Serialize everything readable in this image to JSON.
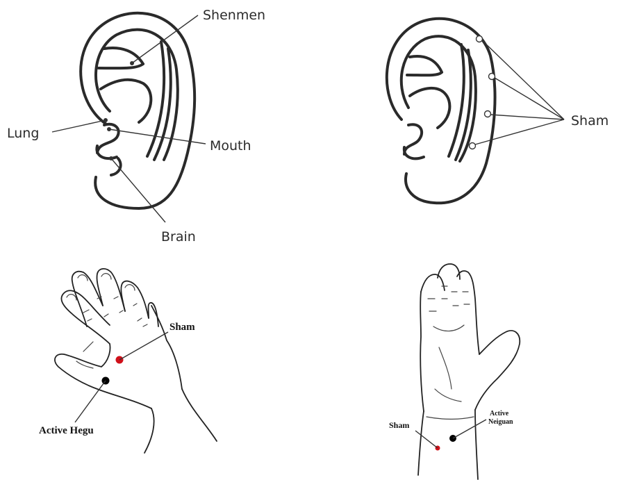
{
  "ear_active": {
    "points": [
      {
        "label": "Shenmen"
      },
      {
        "label": "Lung"
      },
      {
        "label": "Mouth"
      },
      {
        "label": "Brain"
      }
    ]
  },
  "ear_sham": {
    "label": "Sham"
  },
  "hand_back": {
    "sham_label": "Sham",
    "active_label": "Active Hegu",
    "sham_color": "#d0101a",
    "active_color": "#000000"
  },
  "hand_palm": {
    "sham_label": "Sham",
    "active_label_line1": "Active",
    "active_label_line2": "Neiguan",
    "sham_color": "#d0101a",
    "active_color": "#000000"
  }
}
